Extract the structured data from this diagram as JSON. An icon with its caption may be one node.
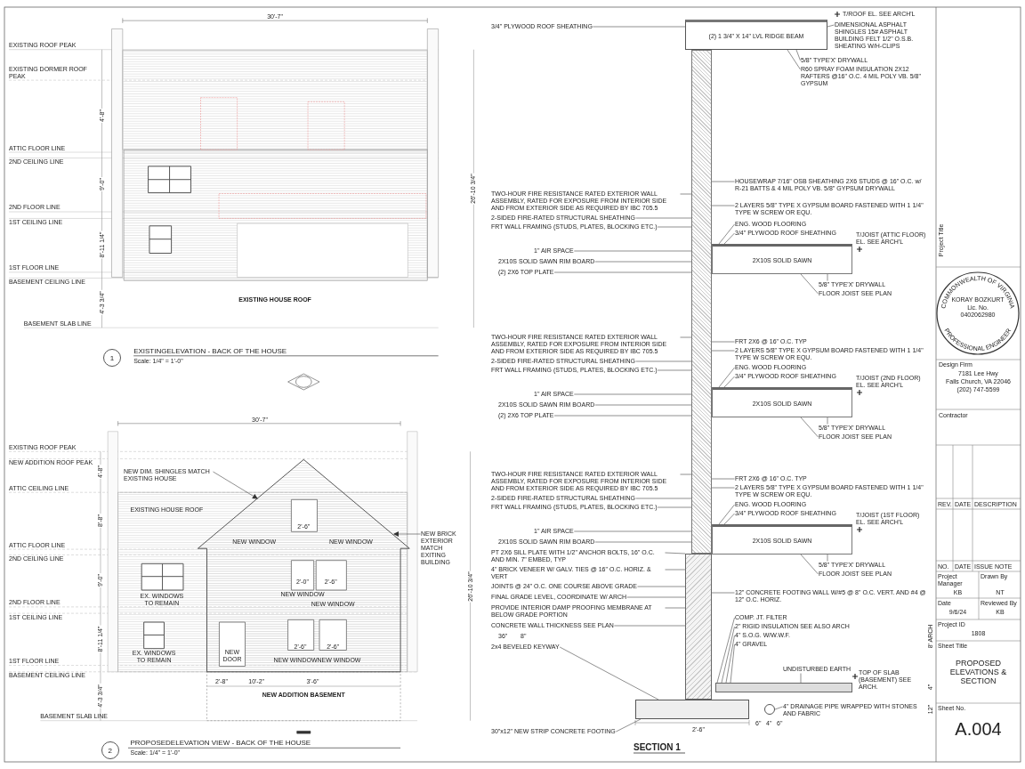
{
  "diagram": {
    "nodes": [
      {
        "text": [
          "NEW DIM. SHINGLES MATCH EXISTING HOUSE"
        ]
      },
      {
        "text": [
          "NEW BRICK EXTERIOR MATCH EXITING BUILDING"
        ]
      },
      {
        "text": [
          "3/4\" PLYWOOD ROOF SHEATHING"
        ]
      },
      {
        "text": [
          "DIMENSIONAL ASPHALT SHINGLES 15# ASPHALT BUILDING FELT 1/2\" O.S.B. SHEATING W/H-CLIPS"
        ]
      },
      {
        "text": [
          "5/8\" TYPE'X' DRYWALL"
        ]
      },
      {
        "text": [
          "R60 SPRAY FOAM INSULATION 2X12 RAFTERS @16\" O.C. 4 MIL POLY VB. 5/8\" GYPSUM"
        ]
      },
      {
        "text": [
          "TWO-HOUR FIRE RESISTANCE RATED EXTERIOR WALL ASSEMBLY, RATED FOR EXPOSURE FROM INTERIOR SIDE AND FROM EXTERIOR SIDE AS REQUIRED BY IBC 705.5"
        ]
      },
      {
        "text": [
          "HOUSEWRAP 7/16\" OSB SHEATHING 2X6 STUDS @ 16\" O.C. w/ R-21 BATTS & 4 MIL POLY VB. 5/8\" GYPSUM DRYWALL"
        ]
      },
      {
        "text": [
          "2 LAYERS 5/8\" TYPE X GYPSUM BOARD FASTENED WITH 1 1/4\" TYPE W SCREW OR EQU."
        ]
      },
      {
        "text": [
          "2-SIDED FIRE-RATED STRUCTURAL SHEATHING"
        ]
      },
      {
        "text": [
          "ENG. WOOD FLOORING"
        ]
      },
      {
        "text": [
          "FRT WALL FRAMING (STUDS, PLATES, BLOCKING ETC.)"
        ]
      },
      {
        "text": [
          "3/4\" PLYWOOD ROOF SHEATHING"
        ]
      },
      {
        "text": [
          "1\" AIR SPACE"
        ]
      },
      {
        "text": [
          "2X10S SOLID SAWN RIM BOARD"
        ]
      },
      {
        "text": [
          "(2) 2X6 TOP PLATE"
        ]
      },
      {
        "text": [
          "5/8\" TYPE'X' DRYWALL"
        ]
      },
      {
        "text": [
          "FLOOR JOIST SEE PLAN"
        ]
      },
      {
        "text": [
          "TWO-HOUR FIRE RESISTANCE RATED EXTERIOR WALL ASSEMBLY, RATED FOR EXPOSURE FROM INTERIOR SIDE AND FROM EXTERIOR SIDE AS REQUIRED BY IBC 705.5"
        ]
      },
      {
        "text": [
          "FRT 2X6 @ 16\" O.C. TYP"
        ]
      },
      {
        "text": [
          "2 LAYERS 5/8\" TYPE X GYPSUM BOARD FASTENED WITH 1 1/4\" TYPE W SCREW OR EQU."
        ]
      },
      {
        "text": [
          "2-SIDED FIRE-RATED STRUCTURAL SHEATHING"
        ]
      },
      {
        "text": [
          "ENG. WOOD FLOORING"
        ]
      },
      {
        "text": [
          "FRT WALL FRAMING (STUDS, PLATES, BLOCKING ETC.)"
        ]
      },
      {
        "text": [
          "3/4\" PLYWOOD ROOF SHEATHING"
        ]
      },
      {
        "text": [
          "1\" AIR SPACE"
        ]
      },
      {
        "text": [
          "2X10S SOLID SAWN RIM BOARD"
        ]
      },
      {
        "text": [
          "(2) 2X6 TOP PLATE"
        ]
      },
      {
        "text": [
          "5/8\" TYPE'X' DRYWALL"
        ]
      },
      {
        "text": [
          "FLOOR JOIST SEE PLAN"
        ]
      },
      {
        "text": [
          "TWO-HOUR FIRE RESISTANCE RATED EXTERIOR WALL ASSEMBLY, RATED FOR EXPOSURE FROM INTERIOR SIDE AND FROM EXTERIOR SIDE AS REQUIRED BY IBC 705.5"
        ]
      },
      {
        "text": [
          "FRT 2X6 @ 16\" O.C. TYP"
        ]
      },
      {
        "text": [
          "2 LAYERS 5/8\" TYPE X GYPSUM BOARD FASTENED WITH 1 1/4\" TYPE W SCREW OR EQU."
        ]
      },
      {
        "text": [
          "2-SIDED FIRE-RATED STRUCTURAL SHEATHING"
        ]
      },
      {
        "text": [
          "ENG. WOOD FLOORING"
        ]
      },
      {
        "text": [
          "FRT WALL FRAMING (STUDS, PLATES, BLOCKING ETC.)"
        ]
      },
      {
        "text": [
          "3/4\" PLYWOOD ROOF SHEATHING"
        ]
      },
      {
        "text": [
          "1\" AIR SPACE"
        ]
      },
      {
        "text": [
          "2X10S SOLID SAWN RIM BOARD"
        ]
      },
      {
        "text": [
          "PT 2X6 SILL PLATE WITH 1/2\" ANCHOR BOLTS, 16\" O.C. AND MIN. 7\" EMBED, TYP"
        ]
      },
      {
        "text": [
          "5/8\" TYPE'X' DRYWALL"
        ]
      },
      {
        "text": [
          "4\" BRICK VENEER W/ GALV. TIES @ 16\" O.C. HORIZ. & VERT"
        ]
      },
      {
        "text": [
          "FLOOR JOIST SEE PLAN"
        ]
      },
      {
        "text": [
          "JOINTS @ 24\" O.C. ONE COURSE ABOVE GRADE"
        ]
      },
      {
        "text": [
          "FINAL GRADE LEVEL, COORDINATE W/ ARCH"
        ]
      },
      {
        "text": [
          "PROVIDE INTERIOR DAMP PROOFING MEMBRANE AT BELOW GRADE PORTION"
        ]
      },
      {
        "text": [
          "12\" CONCRETE FOOTING WALL W/#5 @ 8\" O.C. VERT. AND #4 @ 12\" O.C. HORIZ."
        ]
      },
      {
        "text": [
          "CONCRETE WALL THICKNESS SEE PLAN"
        ]
      },
      {
        "text": [
          "COMP. JT. FILTER"
        ]
      },
      {
        "text": [
          "2\" RIGID INSULATION SEE ALSO ARCH"
        ]
      },
      {
        "text": [
          "4\" S.O.G. W/W.W.F."
        ]
      },
      {
        "text": [
          "4\" GRAVEL"
        ]
      },
      {
        "text": [
          "UNDISTURBED EARTH"
        ]
      },
      {
        "text": [
          "2x4 BEVELED KEYWAY"
        ]
      },
      {
        "text": [
          "30\"x12\" NEW STRIP CONCRETE FOOTING"
        ]
      },
      {
        "text": [
          "4\" DRAINAGE PIPE WRAPPED WITH STONES AND FABRIC"
        ]
      },
      {
        "text": [],
        "shape": "box"
      },
      {
        "text": [
          "(2) 1 3/4\" X 14\" LVL RIDGE BEAM"
        ]
      },
      {
        "text": [],
        "shape": "bar"
      },
      {
        "text": [
          "2X10S SOLID SAWN"
        ]
      },
      {
        "text": [
          "2X10S SOLID SAWN"
        ]
      },
      {
        "text": [
          "2X10S SOLID SAWN"
        ]
      },
      {
        "text": [],
        "shape": "bar"
      },
      {
        "text": [],
        "shape": "bar"
      },
      {
        "text": [],
        "shape": "box"
      },
      {
        "text": [],
        "shape": "circle"
      }
    ],
    "edges": [
      {
        "from": 0,
        "to": 56,
        "arrow": "to"
      },
      {
        "from": 1,
        "to": 56,
        "arrow": "to"
      },
      {
        "from": 2,
        "to": 57,
        "arrow": "none"
      },
      {
        "from": 3,
        "to": 57,
        "arrow": "none"
      },
      {
        "from": 4,
        "to": 57,
        "arrow": "none"
      },
      {
        "from": 5,
        "to": 57,
        "arrow": "none"
      },
      {
        "from": 6,
        "to": 58,
        "arrow": "none"
      },
      {
        "from": 7,
        "to": 58,
        "arrow": "none"
      },
      {
        "from": 8,
        "to": 58,
        "arrow": "none"
      },
      {
        "from": 9,
        "to": 58,
        "arrow": "none"
      },
      {
        "from": 10,
        "to": 59,
        "arrow": "none"
      },
      {
        "from": 11,
        "to": 58,
        "arrow": "none"
      },
      {
        "from": 12,
        "to": 59,
        "arrow": "none"
      },
      {
        "from": 13,
        "to": 58,
        "arrow": "none"
      },
      {
        "from": 14,
        "to": 58,
        "arrow": "none"
      },
      {
        "from": 15,
        "to": 58,
        "arrow": "none"
      },
      {
        "from": 16,
        "to": 59,
        "arrow": "none"
      },
      {
        "from": 17,
        "to": 59,
        "arrow": "none"
      },
      {
        "from": 18,
        "to": 58,
        "arrow": "none"
      },
      {
        "from": 19,
        "to": 58,
        "arrow": "none"
      },
      {
        "from": 20,
        "to": 58,
        "arrow": "none"
      },
      {
        "from": 21,
        "to": 58,
        "arrow": "none"
      },
      {
        "from": 22,
        "to": 60,
        "arrow": "none"
      },
      {
        "from": 23,
        "to": 58,
        "arrow": "none"
      },
      {
        "from": 24,
        "to": 60,
        "arrow": "none"
      },
      {
        "from": 25,
        "to": 58,
        "arrow": "none"
      },
      {
        "from": 26,
        "to": 58,
        "arrow": "none"
      },
      {
        "from": 27,
        "to": 58,
        "arrow": "none"
      },
      {
        "from": 28,
        "to": 60,
        "arrow": "none"
      },
      {
        "from": 29,
        "to": 60,
        "arrow": "none"
      },
      {
        "from": 30,
        "to": 58,
        "arrow": "none"
      },
      {
        "from": 31,
        "to": 58,
        "arrow": "none"
      },
      {
        "from": 32,
        "to": 58,
        "arrow": "none"
      },
      {
        "from": 33,
        "to": 58,
        "arrow": "none"
      },
      {
        "from": 34,
        "to": 61,
        "arrow": "none"
      },
      {
        "from": 35,
        "to": 58,
        "arrow": "none"
      },
      {
        "from": 36,
        "to": 61,
        "arrow": "none"
      },
      {
        "from": 37,
        "to": 58,
        "arrow": "none"
      },
      {
        "from": 38,
        "to": 58,
        "arrow": "none"
      },
      {
        "from": 39,
        "to": 62,
        "arrow": "none"
      },
      {
        "from": 40,
        "to": 61,
        "arrow": "none"
      },
      {
        "from": 41,
        "to": 62,
        "arrow": "none"
      },
      {
        "from": 42,
        "to": 61,
        "arrow": "none"
      },
      {
        "from": 43,
        "to": 62,
        "arrow": "none"
      },
      {
        "from": 44,
        "to": 62,
        "arrow": "none"
      },
      {
        "from": 45,
        "to": 62,
        "arrow": "none"
      },
      {
        "from": 46,
        "to": 62,
        "arrow": "none"
      },
      {
        "from": 47,
        "to": 62,
        "arrow": "none"
      },
      {
        "from": 48,
        "to": 63,
        "arrow": "none"
      },
      {
        "from": 49,
        "to": 63,
        "arrow": "none"
      },
      {
        "from": 50,
        "to": 63,
        "arrow": "none"
      },
      {
        "from": 51,
        "to": 63,
        "arrow": "none"
      },
      {
        "from": 52,
        "to": 63,
        "arrow": "none"
      },
      {
        "from": 53,
        "to": 64,
        "arrow": "none"
      },
      {
        "from": 54,
        "to": 64,
        "arrow": "none"
      },
      {
        "from": 55,
        "to": 65,
        "arrow": "none"
      }
    ],
    "labels": [
      "30'-7\"",
      "EXISTING ROOF PEAK",
      "EXISTING DORMER ROOF PEAK",
      "4'-8\"",
      "ATTIC FLOOR LINE",
      "2ND CEILING LINE",
      "9'-0\"",
      "2ND FLOOR LINE",
      "1ST CEILING LINE",
      "8'-11 1/4\"",
      "1ST FLOOR LINE",
      "BASEMENT CEILING LINE",
      "4'-3 3/4\"",
      "EXISTING HOUSE ROOF",
      "BASEMENT SLAB LINE",
      "26'-10 3/4\"",
      "1",
      "EXISTINGELEVATION - BACK OF THE HOUSE",
      "Scale: 1/4\" = 1'-0\"",
      "30'-7\"",
      "EXISTING ROOF PEAK",
      "NEW ADDITION ROOF PEAK",
      "ATTIC CEILING LINE",
      "4'-8\"",
      "8'-8\"",
      "EXISTING HOUSE ROOF",
      "2'-6\"",
      "NEW WINDOW",
      "NEW WINDOW",
      "ATTIC FLOOR LINE",
      "2ND CEILING LINE",
      "9'-0\"",
      "2'-0\"",
      "2'-6\"",
      "EX. WINDOWS TO REMAIN",
      "NEW WINDOW",
      "NEW WINDOW",
      "2ND FLOOR LINE",
      "1ST CEILING LINE",
      "8'-11 1/4\"",
      "2'-6\"",
      "2'-6\"",
      "EX. WINDOWS TO REMAIN",
      "NEW DOOR",
      "1ST FLOOR LINE",
      "NEW WINDOWNEW WINDOW",
      "BASEMENT CEILING LINE",
      "2'-8\"",
      "10'-2\"",
      "3'-6\"",
      "NEW ADDITION BASEMENT",
      "4'-3 3/4\"",
      "BASEMENT SLAB LINE",
      "26'-10 3/4\"",
      "2",
      "PROPOSEDELEVATION VIEW - BACK OF THE HOUSE",
      "Scale: 1/4\" = 1'-0\"",
      "T/ROOF EL. SEE ARCH'L",
      "T/JOIST (ATTIC FLOOR) EL. SEE ARCH'L",
      "T/JOIST (2ND FLOOR) EL. SEE ARCH'L",
      "T/JOIST (1ST FLOOR) EL. SEE ARCH'L",
      "8' ARCH",
      "36\"",
      "8\"",
      "TOP OF SLAB (BASEMENT) SEE ARCH.",
      "4\"",
      "12\"",
      "6\"",
      "4\"",
      "6\"",
      "2'-6\"",
      "SECTION 1",
      "Project Title",
      "COMMONWEALTH OF VIRGINIA",
      "KORAY BOZKURT",
      "Lic. No. 0402062980",
      "PROFESSIONAL ENGINEER",
      "Design Firm",
      "7181 Lee Hwy",
      "Falls Church, VA 22046",
      "(202) 747-5599",
      "Contractor",
      "REV.",
      "DATE",
      "DESCRIPTION",
      "NO.",
      "DATE",
      "ISSUE NOTE",
      "Project Manager",
      "KB",
      "Drawn By",
      "NT",
      "Date",
      "9/6/24",
      "Reviewed By",
      "KB",
      "Project ID",
      "1808",
      "Sheet Title",
      "PROPOSED ELEVATIONS & SECTION",
      "Sheet No.",
      "A.004"
    ]
  }
}
